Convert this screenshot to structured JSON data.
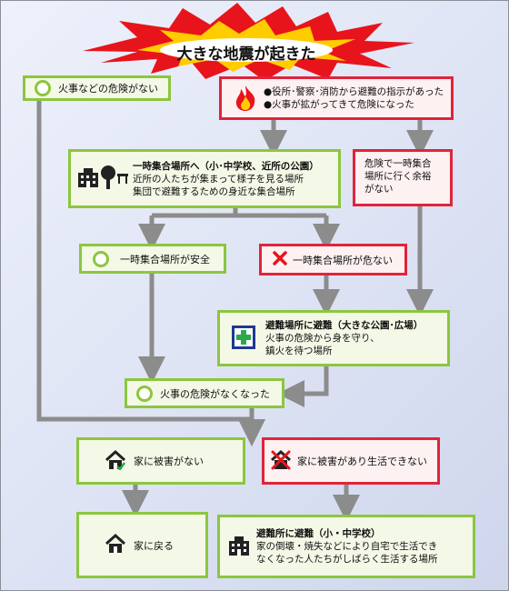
{
  "title": "大きな地震が起きた",
  "colors": {
    "green": "#8cc63f",
    "red": "#e0243a",
    "line": "#8c8c8c",
    "burst": "#e8141b",
    "burst_inner": "#ffcc00"
  },
  "nodes": {
    "no_fire": "火事などの危険がない",
    "warning_line1": "●役所･警察･消防から避難の指示があった",
    "warning_line2": "●火事が拡がってきて危険になった",
    "temp_site_title": "一時集合場所へ（小･中学校、近所の公園）",
    "temp_site_desc1": "近所の人たちが集まって様子を見る場所",
    "temp_site_desc2": "集団で避難するための身近な集合場所",
    "no_time_line1": "危険で一時集合",
    "no_time_line2": "場所に行く余裕",
    "no_time_line3": "がない",
    "temp_safe": "一時集合場所が安全",
    "temp_danger": "一時集合場所が危ない",
    "evac_title": "避難場所に避難（大きな公園･広場）",
    "evac_desc1": "火事の危険から身を守り、",
    "evac_desc2": "鎮火を待つ場所",
    "fire_gone": "火事の危険がなくなった",
    "house_ok": "家に被害がない",
    "house_damaged": "家に被害があり生活できない",
    "go_home": "家に戻る",
    "shelter_title": "避難所に避難（小・中学校）",
    "shelter_desc1": "家の倒壊・焼失などにより自宅で生活でき",
    "shelter_desc2": "なくなった人たちがしばらく生活する場所"
  },
  "icons": [
    "fire-icon",
    "school-icon",
    "tree-icon",
    "bench-icon",
    "circle-icon",
    "cross-icon",
    "first-aid-icon",
    "house-icon",
    "damaged-house-icon"
  ]
}
